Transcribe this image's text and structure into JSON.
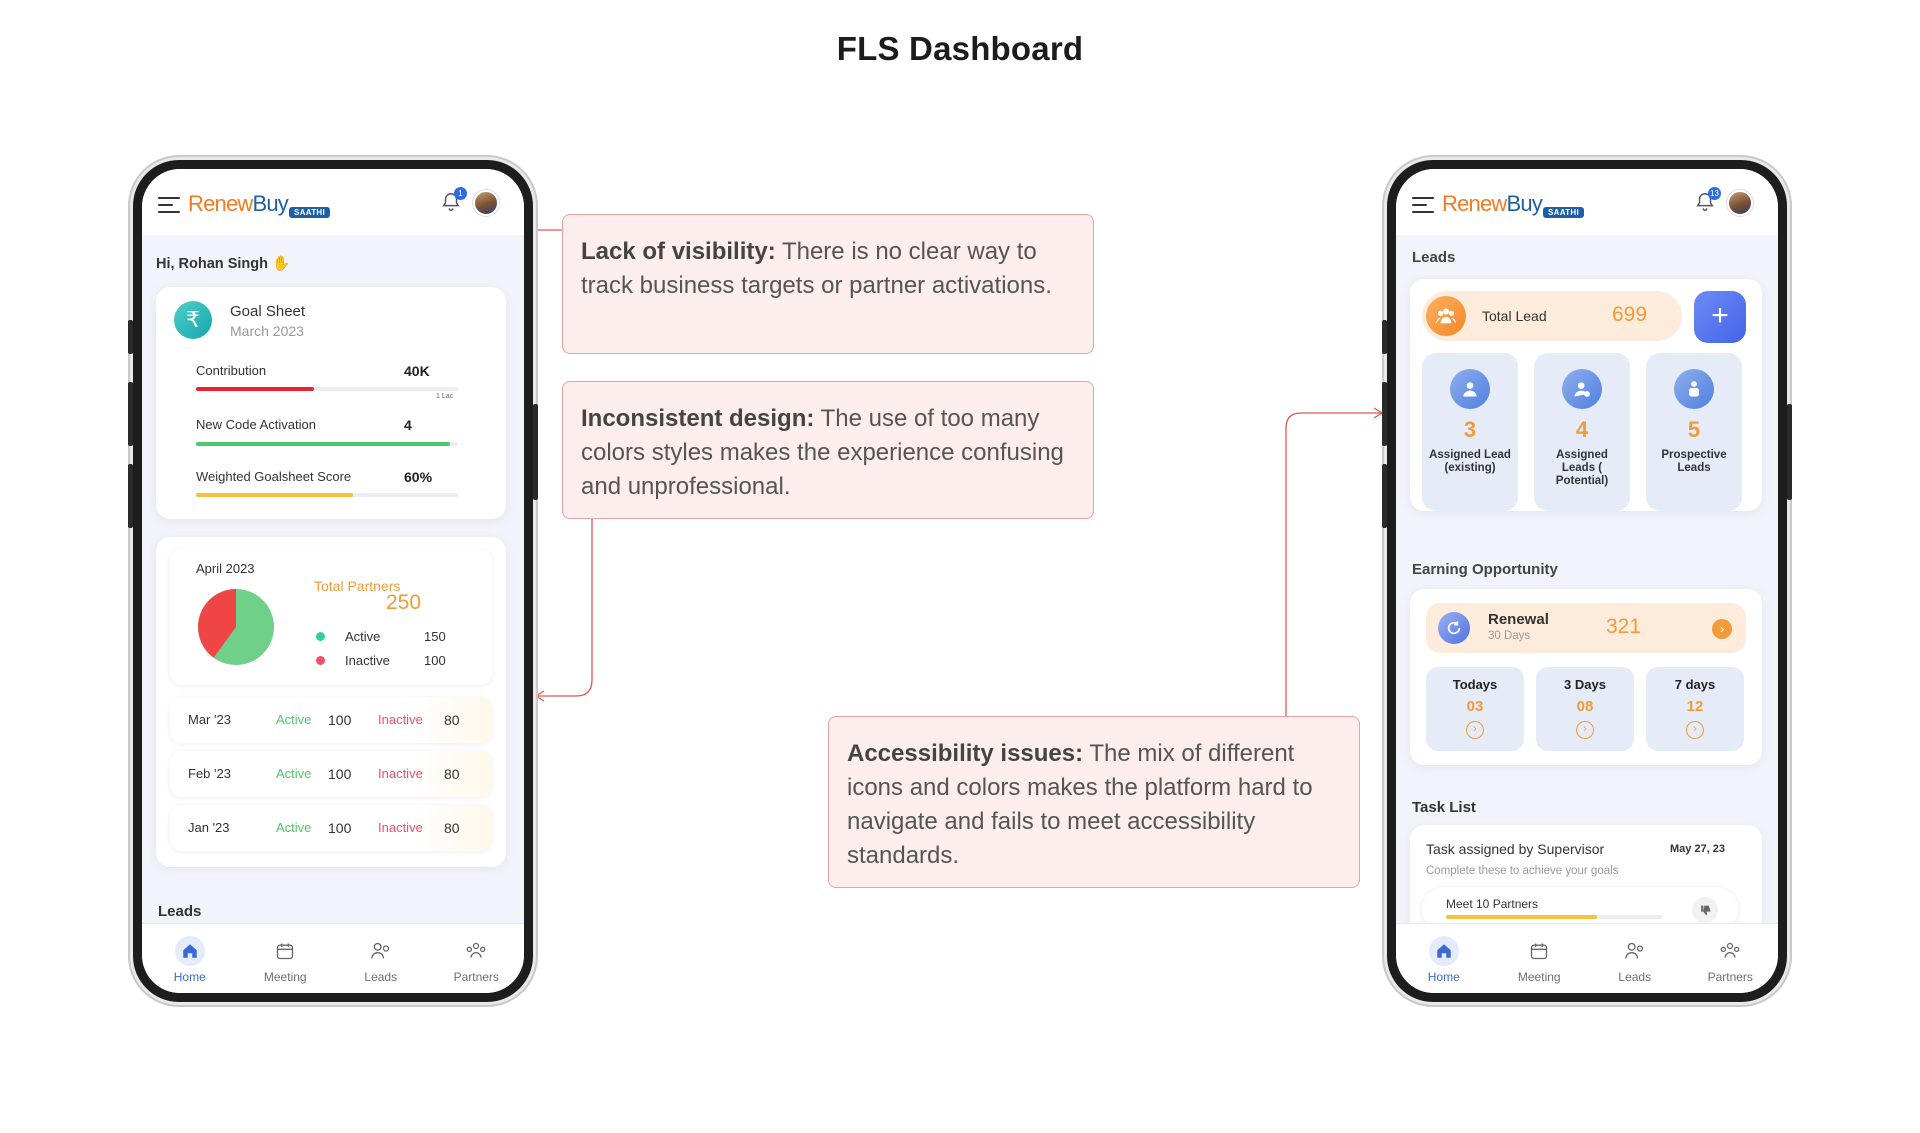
{
  "page": {
    "title": "FLS Dashboard"
  },
  "app": {
    "logo_renew": "Renew",
    "logo_buy": "Buy",
    "logo_tag": "SAATHI",
    "nav": [
      "Home",
      "Meeting",
      "Leads",
      "Partners"
    ]
  },
  "left_phone": {
    "notification_count": "1",
    "greeting": "Hi, Rohan Singh",
    "goal": {
      "title": "Goal Sheet",
      "subtitle": "March 2023",
      "currency_icon": "₹",
      "metrics": [
        {
          "label": "Contribution",
          "value": "40K",
          "progress": 0.45,
          "color": "#e8222f",
          "max_label": "1 Lac"
        },
        {
          "label": "New Code Activation",
          "value": "4",
          "progress": 0.97,
          "color": "#4cc76a"
        },
        {
          "label": "Weighted Goalsheet Score",
          "value": "60%",
          "progress": 0.6,
          "color": "#f6c23e"
        }
      ]
    },
    "partners": {
      "month": "April 2023",
      "total_label": "Total Partners",
      "total_value": "250",
      "active_label": "Active",
      "active_value": "150",
      "inactive_label": "Inactive",
      "inactive_value": "100",
      "active_color": "#6fd089",
      "inactive_color": "#ef4545"
    },
    "history": [
      {
        "month": "Mar '23",
        "active_label": "Active",
        "active": "100",
        "inactive_label": "Inactive",
        "inactive": "80"
      },
      {
        "month": "Feb '23",
        "active_label": "Active",
        "active": "100",
        "inactive_label": "Inactive",
        "inactive": "80"
      },
      {
        "month": "Jan '23",
        "active_label": "Active",
        "active": "100",
        "inactive_label": "Inactive",
        "inactive": "80"
      }
    ],
    "leads_label": "Leads"
  },
  "right_phone": {
    "notification_count": "13",
    "leads_section": "Leads",
    "total_lead_label": "Total Lead",
    "total_lead_value": "699",
    "add_button_icon": "+",
    "lead_tiles": [
      {
        "value": "3",
        "label": "Assigned Lead (existing)"
      },
      {
        "value": "4",
        "label": "Assigned Leads ( Potential)"
      },
      {
        "value": "5",
        "label": "Prospective Leads"
      }
    ],
    "earning_section": "Earning Opportunity",
    "renewal_label": "Renewal",
    "renewal_sub": "30 Days",
    "renewal_value": "321",
    "day_tiles": [
      {
        "label": "Todays",
        "value": "03"
      },
      {
        "label": "3 Days",
        "value": "08"
      },
      {
        "label": "7 days",
        "value": "12"
      }
    ],
    "task_section": "Task List",
    "task_title": "Task assigned by Supervisor",
    "task_date": "May 27, 23",
    "task_sub": "Complete these to achieve your goals",
    "task_item": "Meet 10 Partners",
    "task_progress": 0.7
  },
  "callouts": [
    {
      "heading": "Lack of visibility:",
      "body": "There is no clear way to track business targets or partner activations."
    },
    {
      "heading": "Inconsistent design:",
      "body": "The use of too many colors styles makes the experience confusing and unprofessional."
    },
    {
      "heading": "Accessibility issues:",
      "body": "The mix of different icons and colors makes the platform hard to navigate and fails to meet accessibility standards."
    }
  ],
  "colors": {
    "accent_orange": "#f29b38",
    "callout_bg": "#fdeeee",
    "callout_border": "#e7a3a3",
    "connector": "#e05656"
  }
}
